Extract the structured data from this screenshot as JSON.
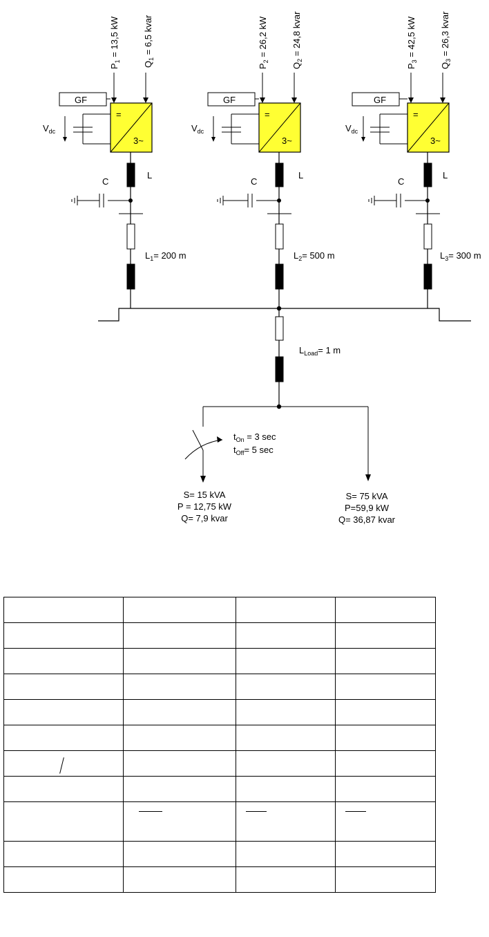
{
  "units": [
    {
      "p_name": "P",
      "p_sub": "1",
      "p_value": " = 13,5 kW",
      "q_name": "Q",
      "q_sub": "1",
      "q_value": " = 6,5 kvar",
      "line_name": "L",
      "line_sub": "1",
      "line_value": "= 200 m"
    },
    {
      "p_name": "P",
      "p_sub": "2",
      "p_value": " = 26,2 kW",
      "q_name": "Q",
      "q_sub": "2",
      "q_value": " = 24,8 kvar",
      "line_name": "L",
      "line_sub": "2",
      "line_value": "= 500 m"
    },
    {
      "p_name": "P",
      "p_sub": "3",
      "p_value": " = 42,5 kW",
      "q_name": "Q",
      "q_sub": "3",
      "q_value": " = 26,3 kvar",
      "line_name": "L",
      "line_sub": "3",
      "line_value": "= 300 m"
    }
  ],
  "component_labels": {
    "gf": "GF",
    "dc_symbol": "=",
    "ac_symbol": "3~",
    "vdc_name": "V",
    "vdc_sub": "dc",
    "filter_inductor": "L",
    "capacitor": "C"
  },
  "load_line": {
    "name": "L",
    "sub": "Load",
    "value": "= 1 m"
  },
  "switching": {
    "t_on_name": "t",
    "t_on_sub": "On",
    "t_on_value": " = 3 sec",
    "t_off_name": "t",
    "t_off_sub": "Off",
    "t_off_value": "= 5 sec"
  },
  "load_switched": [
    "S= 15 kVA",
    "P = 12,75 kW",
    "Q= 7,9 kvar"
  ],
  "load_constant": [
    "S= 75 kVA",
    "P=59,9 kW",
    "Q= 36,87 kvar"
  ],
  "table": {
    "rows": 11,
    "cols": 4
  }
}
